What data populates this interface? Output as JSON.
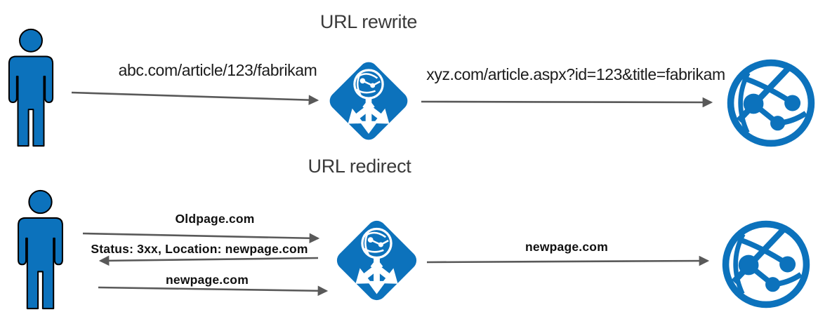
{
  "colors": {
    "azure_blue": "#0C72BC",
    "arrow_gray": "#595959",
    "title_text": "#3A3A3A",
    "label_text": "#1C1C1C",
    "bold_label_text": "#101010"
  },
  "rewrite": {
    "title": "URL rewrite",
    "request_url": "abc.com/article/123/fabrikam",
    "rewritten_url": "xyz.com/article.aspx?id=123&title=fabrikam"
  },
  "redirect": {
    "title": "URL redirect",
    "request_url": "Oldpage.com",
    "redirect_response": "Status: 3xx, Location: newpage.com",
    "new_request_url": "newpage.com",
    "forwarded_url": "newpage.com"
  },
  "icons": {
    "user": "person-icon",
    "gateway": "application-gateway-icon",
    "web_app": "web-app-globe-icon"
  }
}
